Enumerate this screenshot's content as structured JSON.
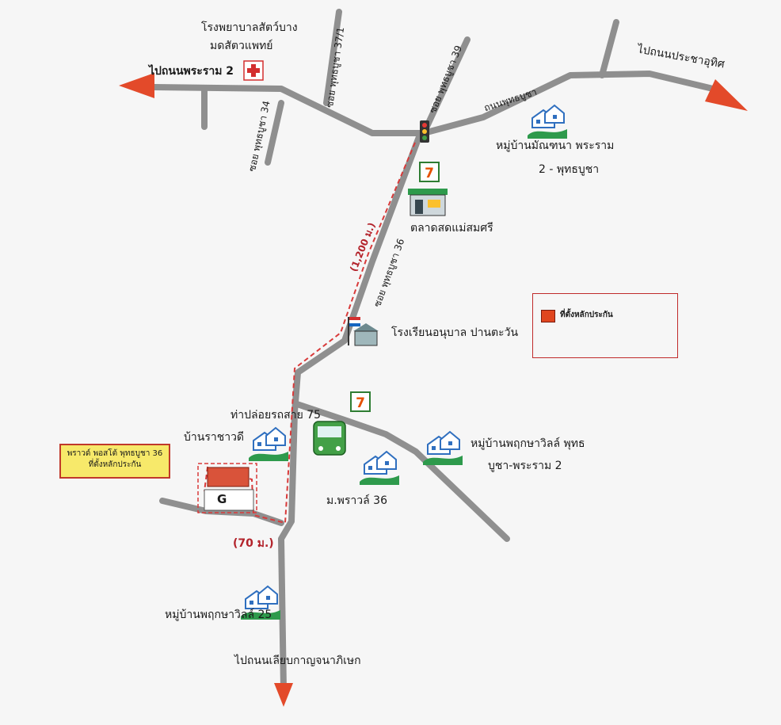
{
  "labels": {
    "to_rama2": "ไปถนนพระราม 2",
    "to_prachauthit": "ไปถนนประชาอุทิศ",
    "to_kanchana": "ไปถนนเลียบกาญจนาภิเษก",
    "vet_hospital_line1": "โรงพยาบาลสัตว์บาง",
    "vet_hospital_line2": "มดสัตวแพทย์",
    "soi_37": "ซอย พุทธบูชา 37/1",
    "soi_39": "ซอย พุทธบูชา 39",
    "soi_34": "ซอย พุทธบูชา 34",
    "soi_36": "ซอย พุทธบูชา 36",
    "road_phutthabucha": "ถนนพุทธบูชา",
    "village_manthana_line1": "หมู่บ้านมัณฑนา พระราม",
    "village_manthana_line2": "2 - พุทธบูชา",
    "market": "ตลาดสดแม่สมศรี",
    "distance_1200": "(1,200 ม.)",
    "school": "โรงเรียนอนุบาล ปานตะวัน",
    "bus_terminal": "ท่าปล่อยรถสาย 75",
    "ban_rachawadi": "บ้านราชาวดี",
    "village_pruksa_line1": "หมู่บ้านพฤกษาวิลล์ พุทธ",
    "village_pruksa_line2": "บูชา-พระราม 2",
    "m_prawat": "ม.พราวล์ 36",
    "distance_70": "(70 ม.)",
    "village_pruksa25": "หมู่บ้านพฤกษาวิลล์ 25",
    "plot_g": "G"
  },
  "legend": {
    "label": "ที่ตั้งหลักประกัน",
    "swatch_color": "#e0461f"
  },
  "callout": {
    "line1": "พราวด์ พอสโต้ พุทธบูชา 36",
    "line2": "ที่ตั้งหลักประกัน"
  },
  "colors": {
    "road": "#8f8f8f",
    "arrow": "#e34a2a",
    "route_dash": "#d83a3a",
    "house": "#2f6fbf",
    "lawn": "#2e9a4c"
  },
  "icons": [
    "hospital-cross-icon",
    "traffic-light-icon",
    "seven-eleven-icon",
    "market-icon",
    "school-icon",
    "bus-icon",
    "house-icon",
    "arrow-icon"
  ]
}
